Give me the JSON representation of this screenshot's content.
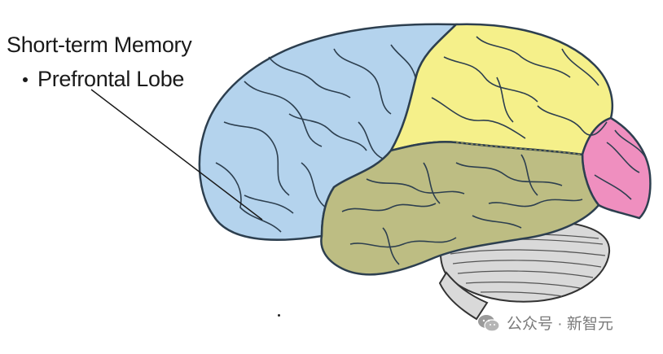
{
  "annotation": {
    "title": "Short-term Memory",
    "bullet": "Prefrontal Lobe"
  },
  "watermark": {
    "text": "公众号 · 新智元"
  },
  "colors": {
    "frontal": "#b4d3ed",
    "parietal": "#f5f08a",
    "occipital": "#ef8fbf",
    "temporal": "#bdbd83",
    "cerebellum": "#d9d9d9",
    "outline": "#2d3f4f"
  },
  "icons": [
    "wechat-icon"
  ]
}
